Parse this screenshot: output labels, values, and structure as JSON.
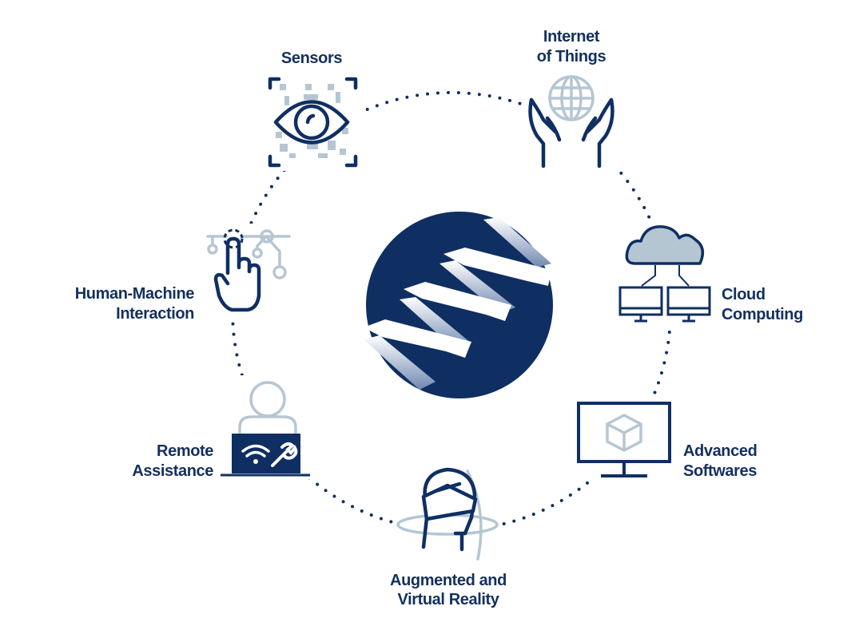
{
  "diagram": {
    "title": "Technology ecosystem cycle",
    "colors": {
      "primary": "#0f2f63",
      "secondary": "#b5c6d3",
      "background": "#ffffff"
    },
    "center_logo": "ribbon-helix-logo",
    "nodes": [
      {
        "id": "sensors",
        "lines": [
          "Sensors"
        ],
        "icon": "eye-scan-icon"
      },
      {
        "id": "iot",
        "lines": [
          "Internet",
          "of Things"
        ],
        "icon": "globe-hands-icon"
      },
      {
        "id": "cloud",
        "lines": [
          "Cloud",
          "Computing"
        ],
        "icon": "cloud-monitors-icon"
      },
      {
        "id": "software",
        "lines": [
          "Advanced",
          "Softwares"
        ],
        "icon": "monitor-cube-icon"
      },
      {
        "id": "arvr",
        "lines": [
          "Augmented and",
          "Virtual Reality"
        ],
        "icon": "vr-headset-icon"
      },
      {
        "id": "remote",
        "lines": [
          "Remote",
          "Assistance"
        ],
        "icon": "remote-laptop-icon"
      },
      {
        "id": "hmi",
        "lines": [
          "Human-Machine",
          "Interaction"
        ],
        "icon": "touch-hand-icon"
      }
    ]
  }
}
